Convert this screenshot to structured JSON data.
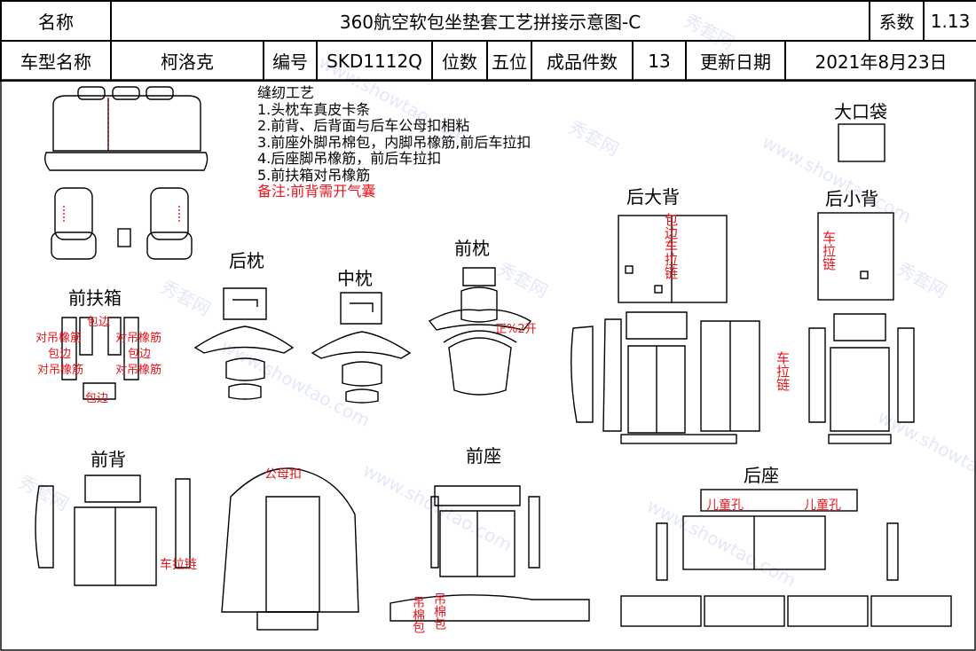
{
  "header": {
    "row1": {
      "name_label": "名称",
      "title": "360航空软包坐垫套工艺拼接示意图-C",
      "factor_label": "系数",
      "factor_value": "1.13"
    },
    "row2": {
      "model_label": "车型名称",
      "model_value": "柯洛克",
      "code_label": "编号",
      "code_value": "SKD1112Q",
      "seats_label": "位数",
      "seats_value": "五位",
      "pieces_label": "成品件数",
      "pieces_value": "13",
      "date_label": "更新日期",
      "date_value": "2021年8月23日"
    }
  },
  "notes": {
    "heading": "缝纫工艺",
    "items": [
      "1.头枕车真皮卡条",
      "2.前背、后背面与后车公母扣相粘",
      "3.前座外脚吊棉包，内脚吊橡筋,前后车拉扣",
      "4.后座脚吊橡筋，前后车拉扣",
      "5.前扶箱对吊橡筋"
    ],
    "remark": "备注:前背需开气囊"
  },
  "sections": {
    "big_pocket": "大口袋",
    "rear_big_back": "后大背",
    "rear_small_back": "后小背",
    "front_pillow": "前枕",
    "mid_pillow": "中枕",
    "rear_pillow": "后枕",
    "front_armrest": "前扶箱",
    "front_back": "前背",
    "front_seat": "前座",
    "rear_seat": "后座"
  },
  "annotations": {
    "armrest_hem_1": "包边",
    "armrest_pair_left_1": "对吊橡筋",
    "armrest_pair_right_1": "对吊橡筋",
    "armrest_hem_2": "包边",
    "armrest_hem_3": "包边",
    "armrest_pair_left_2": "对吊橡筋",
    "armrest_pair_right_2": "对吊橡筋",
    "armrest_hem_4": "包边",
    "front_pillow_cut": "正%2开",
    "big_back_zip": "包边车拉链",
    "small_back_zip": "车拉链",
    "big_back_side_zip": "车拉链",
    "front_back_zip": "车拉链",
    "front_back_snap": "公母扣",
    "front_seat_cotton_1": "吊棉包",
    "front_seat_cotton_2": "吊棉包",
    "child_hole_1": "儿童孔",
    "child_hole_2": "儿童孔"
  },
  "watermark": {
    "brand_cn": "秀套网",
    "brand_url": "www.showtao.com"
  },
  "colors": {
    "line": "#000000",
    "accent": "#e8141b",
    "watermark": "#2850c8"
  }
}
